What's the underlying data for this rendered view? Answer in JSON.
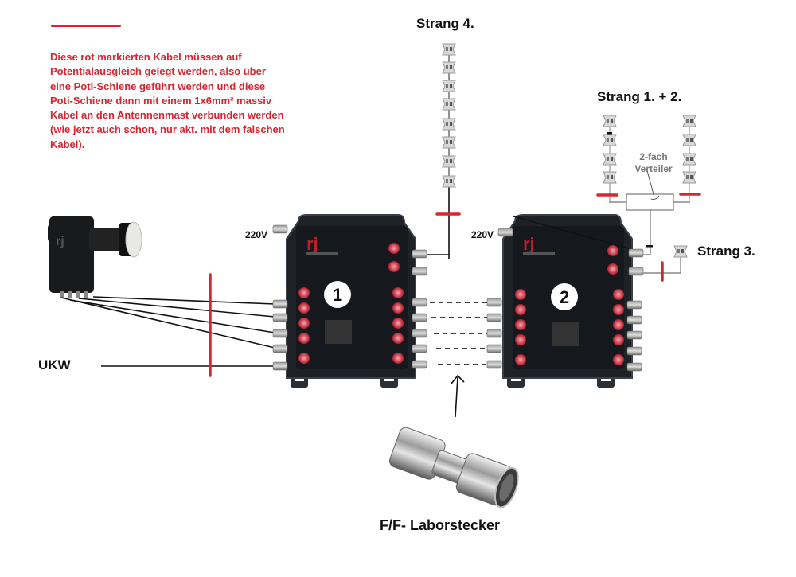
{
  "legend": {
    "note": "Diese rot markierten Kabel müssen auf Potentialausgleich gelegt werden, also über eine Poti-Schiene geführt werden und diese Poti-Schiene dann mit einem 1x6mm² massiv Kabel an den Antennenmast verbunden werden (wie jetzt auch schon, nur akt. mit dem falschen Kabel).",
    "marker_color": "#d9252f"
  },
  "labels": {
    "strang4": "Strang 4.",
    "strang12": "Strang 1. + 2.",
    "strang3": "Strang 3.",
    "power1": "220V",
    "power2": "220V",
    "ukw": "UKW",
    "connector": "F/F- Laborstecker",
    "splitter_line1": "2-fach",
    "splitter_line2": "Verteiler"
  },
  "devices": {
    "lnb": {
      "icon": "quattro-lnb",
      "outputs": 4
    },
    "switch1": {
      "number": "1",
      "inputs": 5,
      "icon": "multiswitch"
    },
    "switch2": {
      "number": "2",
      "inputs": 5,
      "icon": "multiswitch"
    },
    "coupler": {
      "icon": "f-f-coupler"
    }
  },
  "strands": {
    "strang4_outlets": 8,
    "strang1_outlets": 4,
    "strang2_outlets": 4,
    "strang3_outlets": 1
  },
  "colors": {
    "marker": "#d9252f",
    "device_body": "#1e2226",
    "device_button": "#c8283a",
    "text": "#111111"
  }
}
